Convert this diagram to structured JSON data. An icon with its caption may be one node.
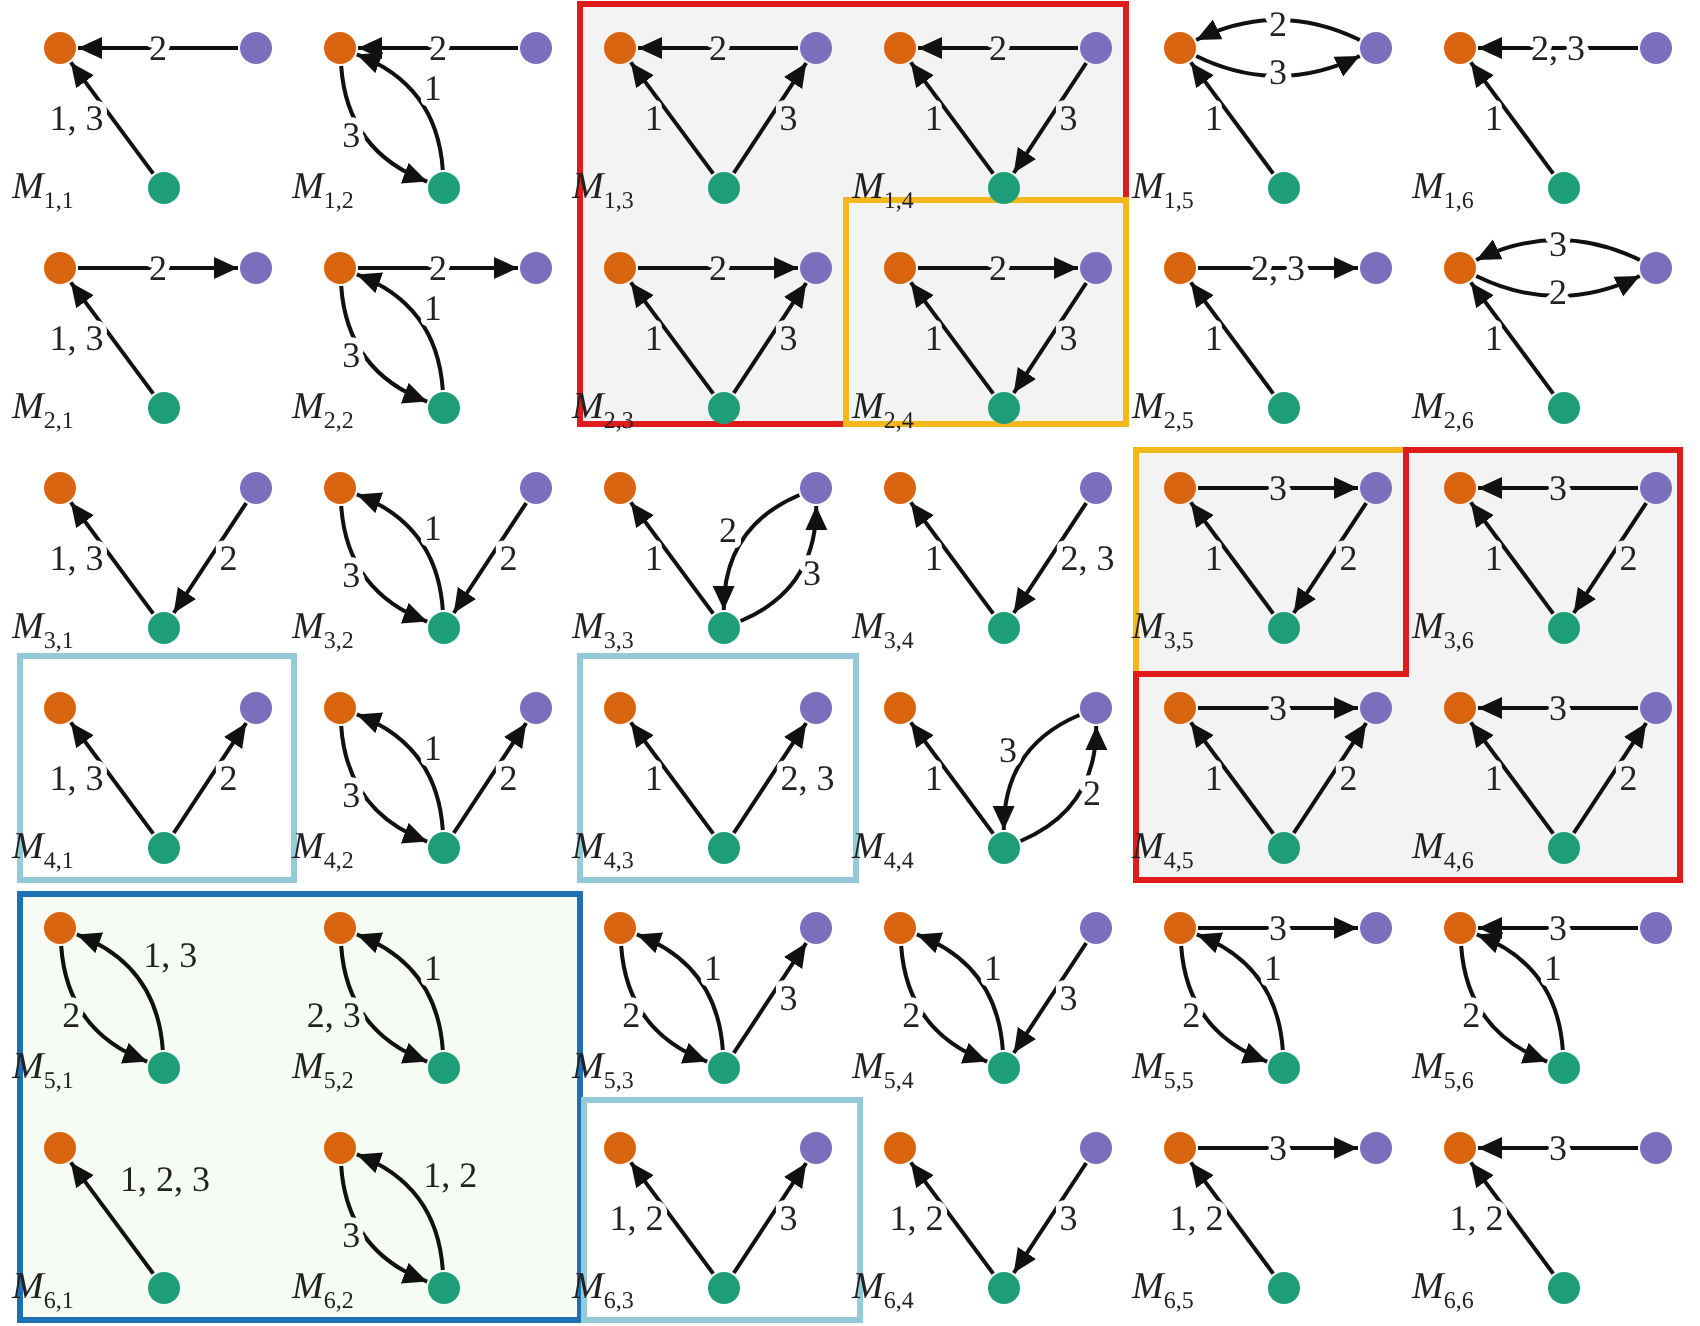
{
  "diagram": {
    "nodes": [
      {
        "text": [],
        "shape": "circle"
      },
      {
        "text": [],
        "shape": "circle"
      },
      {
        "text": [],
        "shape": "circle"
      },
      {
        "text": [],
        "shape": "circle"
      },
      {
        "text": [],
        "shape": "circle"
      },
      {
        "text": [],
        "shape": "circle"
      },
      {
        "text": [],
        "shape": "circle"
      },
      {
        "text": [],
        "shape": "circle"
      },
      {
        "text": [],
        "shape": "circle"
      },
      {
        "text": [],
        "shape": "circle"
      },
      {
        "text": [],
        "shape": "circle"
      },
      {
        "text": [],
        "shape": "circle"
      },
      {
        "text": [],
        "shape": "circle"
      },
      {
        "text": [],
        "shape": "circle"
      },
      {
        "text": [],
        "shape": "circle"
      },
      {
        "text": [],
        "shape": "circle"
      },
      {
        "text": [],
        "shape": "circle"
      },
      {
        "text": [],
        "shape": "circle"
      },
      {
        "text": [],
        "shape": "circle"
      },
      {
        "text": [],
        "shape": "circle"
      },
      {
        "text": [],
        "shape": "circle"
      },
      {
        "text": [],
        "shape": "circle"
      },
      {
        "text": [],
        "shape": "circle"
      },
      {
        "text": [],
        "shape": "circle"
      },
      {
        "text": [],
        "shape": "circle"
      },
      {
        "text": [],
        "shape": "circle"
      },
      {
        "text": [],
        "shape": "circle"
      },
      {
        "text": [],
        "shape": "circle"
      },
      {
        "text": [],
        "shape": "circle"
      },
      {
        "text": [],
        "shape": "circle"
      },
      {
        "text": [],
        "shape": "circle"
      },
      {
        "text": [],
        "shape": "circle"
      },
      {
        "text": [],
        "shape": "circle"
      },
      {
        "text": [],
        "shape": "circle"
      },
      {
        "text": [],
        "shape": "circle"
      },
      {
        "text": [],
        "shape": "circle"
      },
      {
        "text": [],
        "shape": "circle"
      },
      {
        "text": [],
        "shape": "circle"
      },
      {
        "text": [],
        "shape": "circle"
      },
      {
        "text": [],
        "shape": "circle"
      },
      {
        "text": [],
        "shape": "circle"
      },
      {
        "text": [],
        "shape": "circle"
      },
      {
        "text": [],
        "shape": "circle"
      },
      {
        "text": [],
        "shape": "circle"
      },
      {
        "text": [],
        "shape": "circle"
      },
      {
        "text": [],
        "shape": "circle"
      },
      {
        "text": [],
        "shape": "circle"
      },
      {
        "text": [],
        "shape": "circle"
      },
      {
        "text": [],
        "shape": "circle"
      },
      {
        "text": [],
        "shape": "circle"
      },
      {
        "text": [],
        "shape": "circle"
      },
      {
        "text": [],
        "shape": "circle"
      },
      {
        "text": [],
        "shape": "circle"
      },
      {
        "text": [],
        "shape": "circle"
      },
      {
        "text": [],
        "shape": "circle"
      },
      {
        "text": [],
        "shape": "circle"
      },
      {
        "text": [],
        "shape": "circle"
      },
      {
        "text": [],
        "shape": "circle"
      },
      {
        "text": [],
        "shape": "circle"
      },
      {
        "text": [],
        "shape": "circle"
      },
      {
        "text": [],
        "shape": "circle"
      },
      {
        "text": [],
        "shape": "circle"
      },
      {
        "text": [],
        "shape": "circle"
      },
      {
        "text": [],
        "shape": "circle"
      },
      {
        "text": [],
        "shape": "circle"
      },
      {
        "text": [],
        "shape": "circle"
      },
      {
        "text": [],
        "shape": "circle"
      },
      {
        "text": [],
        "shape": "circle"
      },
      {
        "text": [],
        "shape": "circle"
      },
      {
        "text": [],
        "shape": "circle"
      },
      {
        "text": [],
        "shape": "circle"
      },
      {
        "text": [],
        "shape": "circle"
      },
      {
        "text": [],
        "shape": "circle"
      },
      {
        "text": [],
        "shape": "circle"
      },
      {
        "text": [],
        "shape": "circle"
      },
      {
        "text": [],
        "shape": "circle"
      },
      {
        "text": [],
        "shape": "circle"
      },
      {
        "text": [],
        "shape": "circle"
      },
      {
        "text": [],
        "shape": "circle"
      },
      {
        "text": [],
        "shape": "circle"
      },
      {
        "text": [],
        "shape": "circle"
      },
      {
        "text": [],
        "shape": "circle"
      },
      {
        "text": [],
        "shape": "circle"
      },
      {
        "text": [],
        "shape": "circle"
      },
      {
        "text": [],
        "shape": "circle"
      },
      {
        "text": [],
        "shape": "circle"
      },
      {
        "text": [],
        "shape": "circle"
      },
      {
        "text": [],
        "shape": "circle"
      },
      {
        "text": [],
        "shape": "circle"
      },
      {
        "text": [],
        "shape": "circle"
      },
      {
        "text": [],
        "shape": "circle"
      },
      {
        "text": [],
        "shape": "circle"
      },
      {
        "text": [],
        "shape": "circle"
      },
      {
        "text": [],
        "shape": "circle"
      },
      {
        "text": [],
        "shape": "circle"
      },
      {
        "text": [],
        "shape": "circle"
      },
      {
        "text": [],
        "shape": "circle"
      },
      {
        "text": [],
        "shape": "circle"
      },
      {
        "text": [],
        "shape": "circle"
      },
      {
        "text": [],
        "shape": "circle"
      },
      {
        "text": [],
        "shape": "circle"
      },
      {
        "text": [],
        "shape": "circle"
      },
      {
        "text": [],
        "shape": "circle"
      },
      {
        "text": [],
        "shape": "circle"
      }
    ],
    "edges": [
      {
        "from": 1,
        "to": 0,
        "arrow": "to",
        "label": "2"
      },
      {
        "from": 2,
        "to": 0,
        "arrow": "to",
        "label": "1, 3"
      },
      {
        "from": 4,
        "to": 3,
        "arrow": "to",
        "label": "2"
      },
      {
        "from": 5,
        "to": 3,
        "arrow": "to",
        "label": "1"
      },
      {
        "from": 3,
        "to": 5,
        "arrow": "to",
        "label": "3"
      },
      {
        "from": 7,
        "to": 6,
        "arrow": "to",
        "label": "2"
      },
      {
        "from": 8,
        "to": 6,
        "arrow": "to",
        "label": "1"
      },
      {
        "from": 8,
        "to": 7,
        "arrow": "to",
        "label": "3"
      },
      {
        "from": 10,
        "to": 9,
        "arrow": "to",
        "label": "2"
      },
      {
        "from": 11,
        "to": 9,
        "arrow": "to",
        "label": "1"
      },
      {
        "from": 10,
        "to": 11,
        "arrow": "to",
        "label": "3"
      },
      {
        "from": 13,
        "to": 12,
        "arrow": "to",
        "label": "2"
      },
      {
        "from": 12,
        "to": 13,
        "arrow": "to",
        "label": "3"
      },
      {
        "from": 14,
        "to": 12,
        "arrow": "to",
        "label": "1"
      },
      {
        "from": 16,
        "to": 15,
        "arrow": "to",
        "label": "2, 3"
      },
      {
        "from": 17,
        "to": 15,
        "arrow": "to",
        "label": "1"
      },
      {
        "from": 18,
        "to": 19,
        "arrow": "to",
        "label": "2"
      },
      {
        "from": 20,
        "to": 18,
        "arrow": "to",
        "label": "1, 3"
      },
      {
        "from": 21,
        "to": 22,
        "arrow": "to",
        "label": "2"
      },
      {
        "from": 23,
        "to": 21,
        "arrow": "to",
        "label": "1"
      },
      {
        "from": 21,
        "to": 23,
        "arrow": "to",
        "label": "3"
      },
      {
        "from": 24,
        "to": 25,
        "arrow": "to",
        "label": "2"
      },
      {
        "from": 26,
        "to": 24,
        "arrow": "to",
        "label": "1"
      },
      {
        "from": 26,
        "to": 25,
        "arrow": "to",
        "label": "3"
      },
      {
        "from": 27,
        "to": 28,
        "arrow": "to",
        "label": "2"
      },
      {
        "from": 29,
        "to": 27,
        "arrow": "to",
        "label": "1"
      },
      {
        "from": 28,
        "to": 29,
        "arrow": "to",
        "label": "3"
      },
      {
        "from": 30,
        "to": 31,
        "arrow": "to",
        "label": "2, 3"
      },
      {
        "from": 32,
        "to": 30,
        "arrow": "to",
        "label": "1"
      },
      {
        "from": 34,
        "to": 33,
        "arrow": "to",
        "label": "3"
      },
      {
        "from": 33,
        "to": 34,
        "arrow": "to",
        "label": "2"
      },
      {
        "from": 35,
        "to": 33,
        "arrow": "to",
        "label": "1"
      },
      {
        "from": 38,
        "to": 36,
        "arrow": "to",
        "label": "1, 3"
      },
      {
        "from": 37,
        "to": 38,
        "arrow": "to",
        "label": "2"
      },
      {
        "from": 41,
        "to": 39,
        "arrow": "to",
        "label": "1"
      },
      {
        "from": 39,
        "to": 41,
        "arrow": "to",
        "label": "3"
      },
      {
        "from": 40,
        "to": 41,
        "arrow": "to",
        "label": "2"
      },
      {
        "from": 44,
        "to": 42,
        "arrow": "to",
        "label": "1"
      },
      {
        "from": 43,
        "to": 44,
        "arrow": "to",
        "label": "2"
      },
      {
        "from": 44,
        "to": 43,
        "arrow": "to",
        "label": "3"
      },
      {
        "from": 47,
        "to": 45,
        "arrow": "to",
        "label": "1"
      },
      {
        "from": 46,
        "to": 47,
        "arrow": "to",
        "label": "2, 3"
      },
      {
        "from": 48,
        "to": 49,
        "arrow": "to",
        "label": "3"
      },
      {
        "from": 50,
        "to": 48,
        "arrow": "to",
        "label": "1"
      },
      {
        "from": 49,
        "to": 50,
        "arrow": "to",
        "label": "2"
      },
      {
        "from": 52,
        "to": 51,
        "arrow": "to",
        "label": "3"
      },
      {
        "from": 53,
        "to": 51,
        "arrow": "to",
        "label": "1"
      },
      {
        "from": 52,
        "to": 53,
        "arrow": "to",
        "label": "2"
      },
      {
        "from": 56,
        "to": 54,
        "arrow": "to",
        "label": "1, 3"
      },
      {
        "from": 56,
        "to": 55,
        "arrow": "to",
        "label": "2"
      },
      {
        "from": 59,
        "to": 57,
        "arrow": "to",
        "label": "1"
      },
      {
        "from": 57,
        "to": 59,
        "arrow": "to",
        "label": "3"
      },
      {
        "from": 59,
        "to": 58,
        "arrow": "to",
        "label": "2"
      },
      {
        "from": 62,
        "to": 60,
        "arrow": "to",
        "label": "1"
      },
      {
        "from": 62,
        "to": 61,
        "arrow": "to",
        "label": "2, 3"
      },
      {
        "from": 65,
        "to": 63,
        "arrow": "to",
        "label": "1"
      },
      {
        "from": 64,
        "to": 65,
        "arrow": "to",
        "label": "3"
      },
      {
        "from": 65,
        "to": 64,
        "arrow": "to",
        "label": "2"
      },
      {
        "from": 66,
        "to": 67,
        "arrow": "to",
        "label": "3"
      },
      {
        "from": 68,
        "to": 66,
        "arrow": "to",
        "label": "1"
      },
      {
        "from": 68,
        "to": 67,
        "arrow": "to",
        "label": "2"
      },
      {
        "from": 70,
        "to": 69,
        "arrow": "to",
        "label": "3"
      },
      {
        "from": 71,
        "to": 69,
        "arrow": "to",
        "label": "1"
      },
      {
        "from": 71,
        "to": 70,
        "arrow": "to",
        "label": "2"
      },
      {
        "from": 72,
        "to": 73,
        "arrow": "to",
        "label": "2"
      },
      {
        "from": 73,
        "to": 72,
        "arrow": "to",
        "label": "1, 3"
      },
      {
        "from": 74,
        "to": 75,
        "arrow": "to",
        "label": "2, 3"
      },
      {
        "from": 75,
        "to": 74,
        "arrow": "to",
        "label": "1"
      },
      {
        "from": 76,
        "to": 78,
        "arrow": "to",
        "label": "2"
      },
      {
        "from": 78,
        "to": 76,
        "arrow": "to",
        "label": "1"
      },
      {
        "from": 78,
        "to": 77,
        "arrow": "to",
        "label": "3"
      },
      {
        "from": 79,
        "to": 81,
        "arrow": "to",
        "label": "2"
      },
      {
        "from": 81,
        "to": 79,
        "arrow": "to",
        "label": "1"
      },
      {
        "from": 80,
        "to": 81,
        "arrow": "to",
        "label": "3"
      },
      {
        "from": 82,
        "to": 83,
        "arrow": "to",
        "label": "3"
      },
      {
        "from": 82,
        "to": 84,
        "arrow": "to",
        "label": "2"
      },
      {
        "from": 84,
        "to": 82,
        "arrow": "to",
        "label": "1"
      },
      {
        "from": 86,
        "to": 85,
        "arrow": "to",
        "label": "3"
      },
      {
        "from": 85,
        "to": 87,
        "arrow": "to",
        "label": "2"
      },
      {
        "from": 87,
        "to": 85,
        "arrow": "to",
        "label": "1"
      },
      {
        "from": 89,
        "to": 88,
        "arrow": "to",
        "label": "1, 2, 3"
      },
      {
        "from": 90,
        "to": 91,
        "arrow": "to",
        "label": "3"
      },
      {
        "from": 91,
        "to": 90,
        "arrow": "to",
        "label": "1, 2"
      },
      {
        "from": 94,
        "to": 92,
        "arrow": "to",
        "label": "1, 2"
      },
      {
        "from": 94,
        "to": 93,
        "arrow": "to",
        "label": "3"
      },
      {
        "from": 97,
        "to": 95,
        "arrow": "to",
        "label": "1, 2"
      },
      {
        "from": 96,
        "to": 97,
        "arrow": "to",
        "label": "3"
      },
      {
        "from": 98,
        "to": 99,
        "arrow": "to",
        "label": "3"
      },
      {
        "from": 100,
        "to": 98,
        "arrow": "to",
        "label": "1, 2"
      },
      {
        "from": 102,
        "to": 101,
        "arrow": "to",
        "label": "3"
      },
      {
        "from": 103,
        "to": 101,
        "arrow": "to",
        "label": "1, 2"
      }
    ],
    "labels": [
      "*M*$_{1,1}$",
      "*M*$_{1,2}$",
      "*M*$_{1,3}$",
      "*M*$_{1,4}$",
      "*M*$_{1,5}$",
      "*M*$_{1,6}$",
      "*M*$_{2,1}$",
      "*M*$_{2,2}$",
      "*M*$_{2,3}$",
      "*M*$_{2,4}$",
      "*M*$_{2,5}$",
      "*M*$_{2,6}$",
      "*M*$_{3,1}$",
      "*M*$_{3,2}$",
      "*M*$_{3,3}$",
      "*M*$_{3,4}$",
      "*M*$_{3,5}$",
      "*M*$_{3,6}$",
      "*M*$_{4,1}$",
      "*M*$_{4,2}$",
      "*M*$_{4,3}$",
      "*M*$_{4,4}$",
      "*M*$_{4,5}$",
      "*M*$_{4,6}$",
      "*M*$_{5,1}$",
      "*M*$_{5,2}$",
      "*M*$_{5,3}$",
      "*M*$_{5,4}$",
      "*M*$_{5,5}$",
      "*M*$_{5,6}$",
      "*M*$_{6,1}$",
      "*M*$_{6,2}$",
      "*M*$_{6,3}$",
      "*M*$_{6,4}$",
      "*M*$_{6,5}$",
      "*M*$_{6,6}$"
    ]
  }
}
